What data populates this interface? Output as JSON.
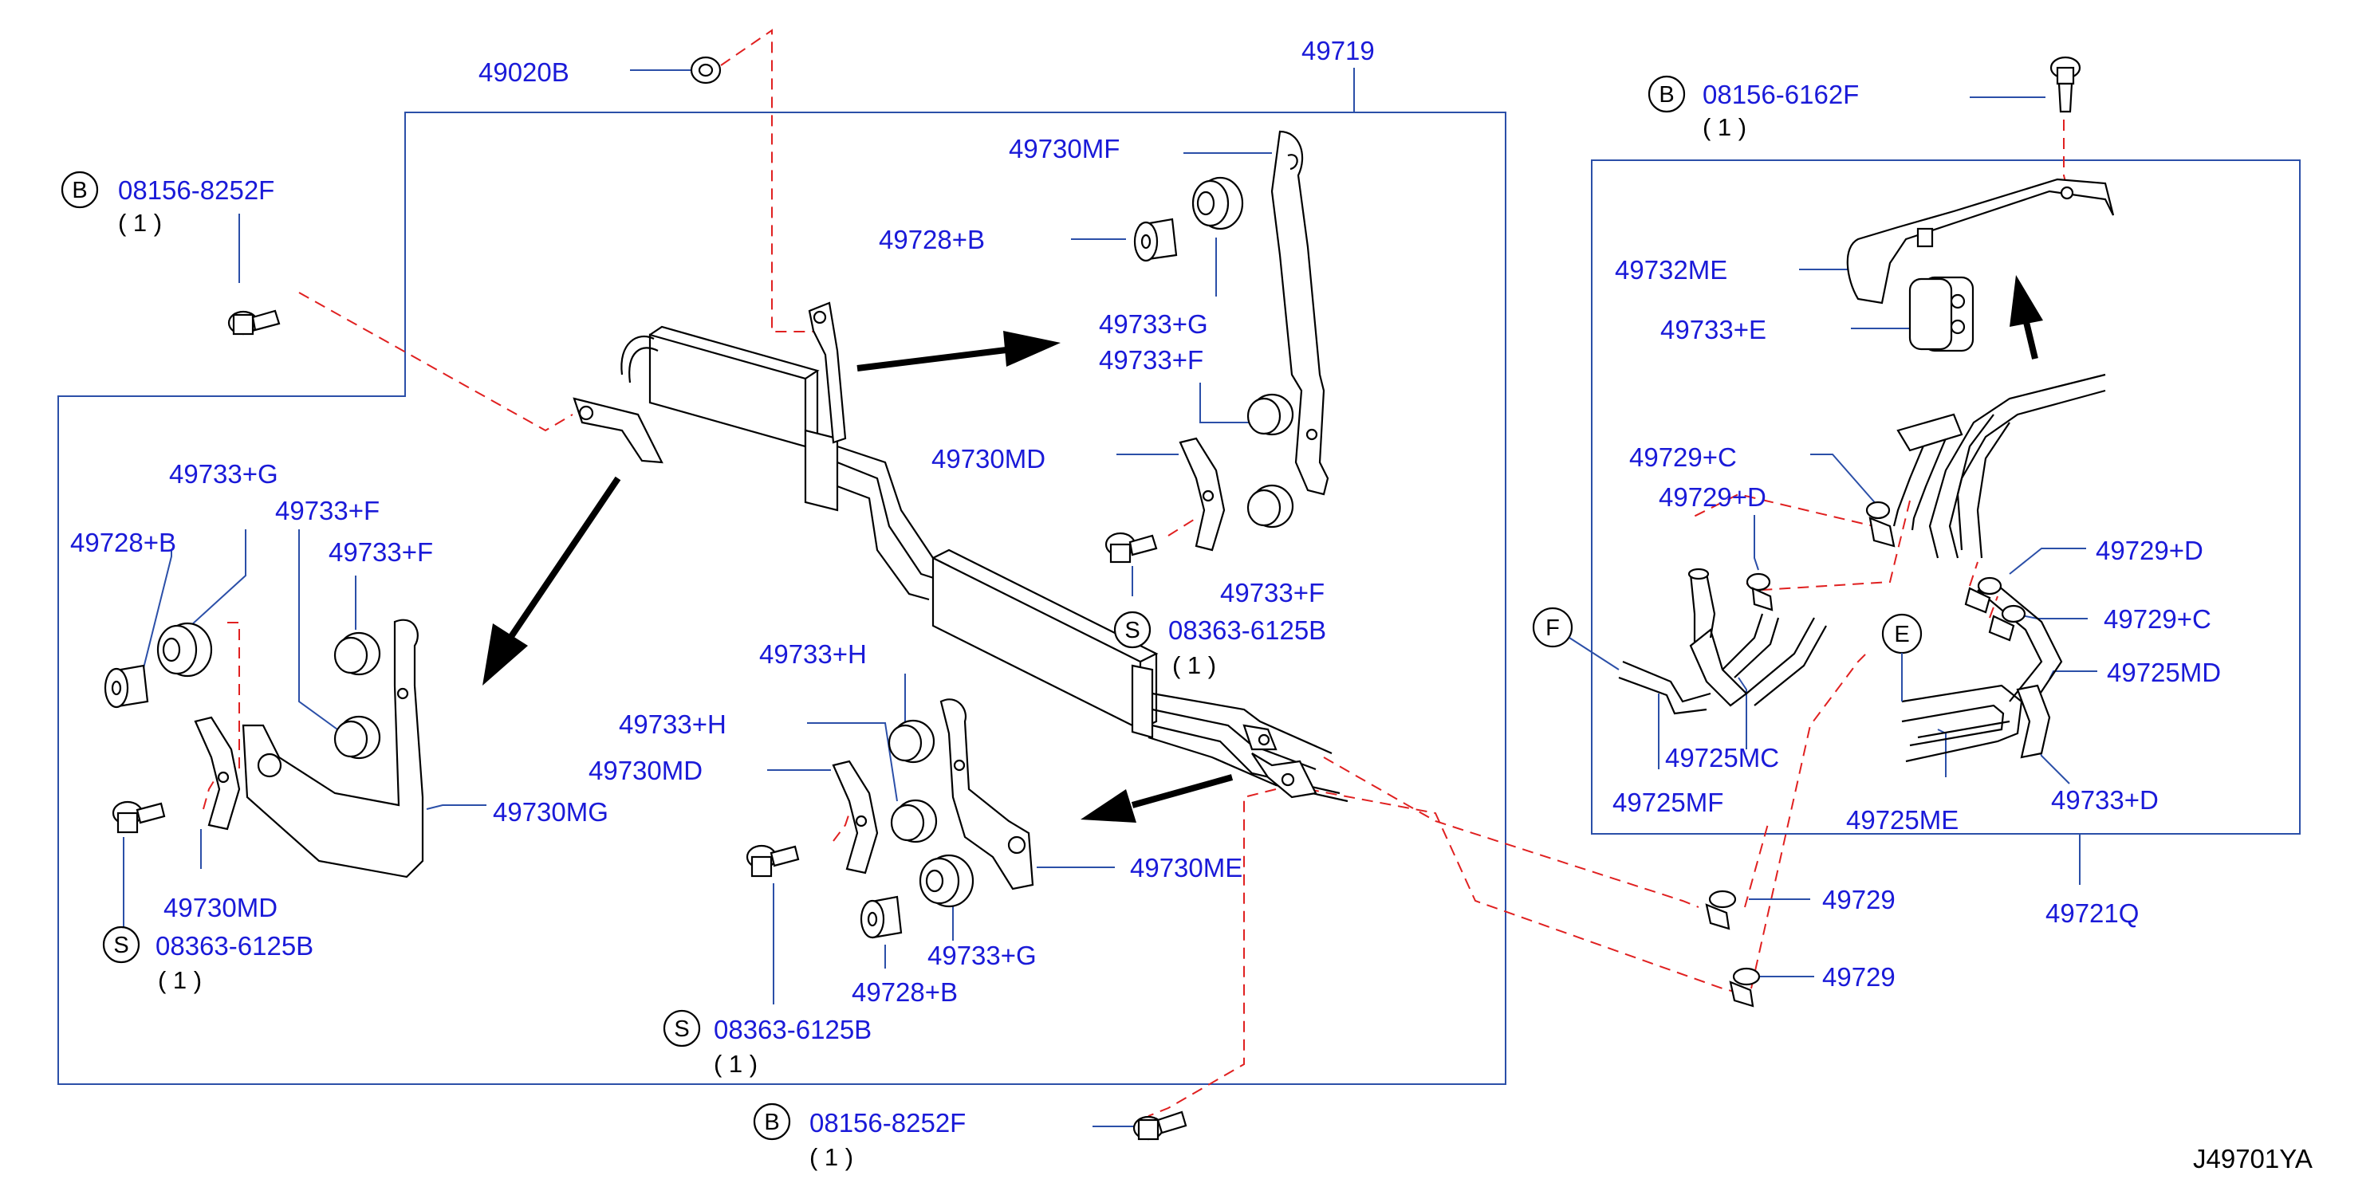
{
  "labels": {
    "l49020B": "49020B",
    "l49719": "49719",
    "l49730MF": "49730MF",
    "l49728B_top": "49728+B",
    "l49733G_top": "49733+G",
    "l49733F_top": "49733+F",
    "l49730MD_top": "49730MD",
    "l49733F_mid": "49733+F",
    "l08363_mid": "08363-6125B",
    "l49733G_left": "49733+G",
    "l49733F_left1": "49733+F",
    "l49733F_left2": "49733+F",
    "l49728B_left": "49728+B",
    "l49730MG": "49730MG",
    "l49730MD_left": "49730MD",
    "l08363_left": "08363-6125B",
    "l08156_left": "08156-8252F",
    "l49733H_1": "49733+H",
    "l49733H_2": "49733+H",
    "l49730MD_bot": "49730MD",
    "l49730ME": "49730ME",
    "l49733G_bot": "49733+G",
    "l49728B_bot": "49728+B",
    "l08363_bot": "08363-6125B",
    "l08156_bot": "08156-8252F",
    "l08156_right": "08156-6162F",
    "l49732ME": "49732ME",
    "l49733E": "49733+E",
    "l49729C_1": "49729+C",
    "l49729D_1": "49729+D",
    "l49729D_2": "49729+D",
    "l49729C_2": "49729+C",
    "l49725MD": "49725MD",
    "l49725MC": "49725MC",
    "l49725MF": "49725MF",
    "l49725ME": "49725ME",
    "l49733D": "49733+D",
    "l49721Q": "49721Q",
    "l49729_1": "49729",
    "l49729_2": "49729"
  },
  "quantities": {
    "q_left": "( 1 )",
    "q_08156_left": "( 1 )",
    "q_mid": "( 1 )",
    "q_bot": "( 1 )",
    "q_08156_bot": "( 1 )",
    "q_right": "( 1 )"
  },
  "callouts": {
    "B": "B",
    "S": "S",
    "E": "E",
    "F": "F"
  },
  "reference_code": "J49701YA",
  "colors": {
    "label_blue": "#1a1ad8",
    "frame_blue": "#2b4fa8",
    "dash_red": "#e02020"
  }
}
